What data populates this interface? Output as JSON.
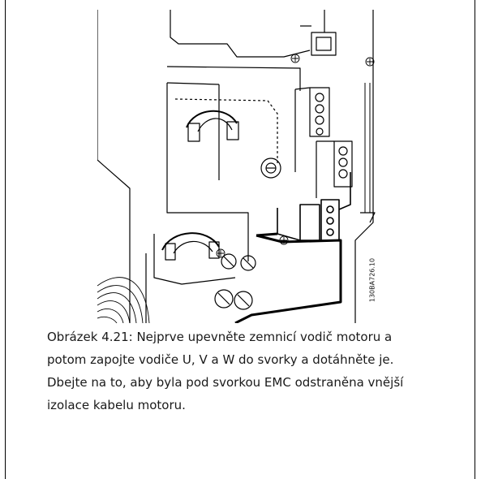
{
  "figure": {
    "ref_code": "130BA726.10",
    "icons": [
      "ground-symbol",
      "ground-symbol",
      "ground-symbol",
      "ground-symbol"
    ]
  },
  "caption": {
    "line1": "Obrázek 4.21: Nejprve upevněte zemnicí vodič motoru a",
    "line2": "potom zapojte vodiče U, V a W do svorky a dotáhněte je.",
    "line3": "Dbejte na to, aby byla pod svorkou EMC odstraněna vnější",
    "line4": "izolace kabelu motoru."
  }
}
